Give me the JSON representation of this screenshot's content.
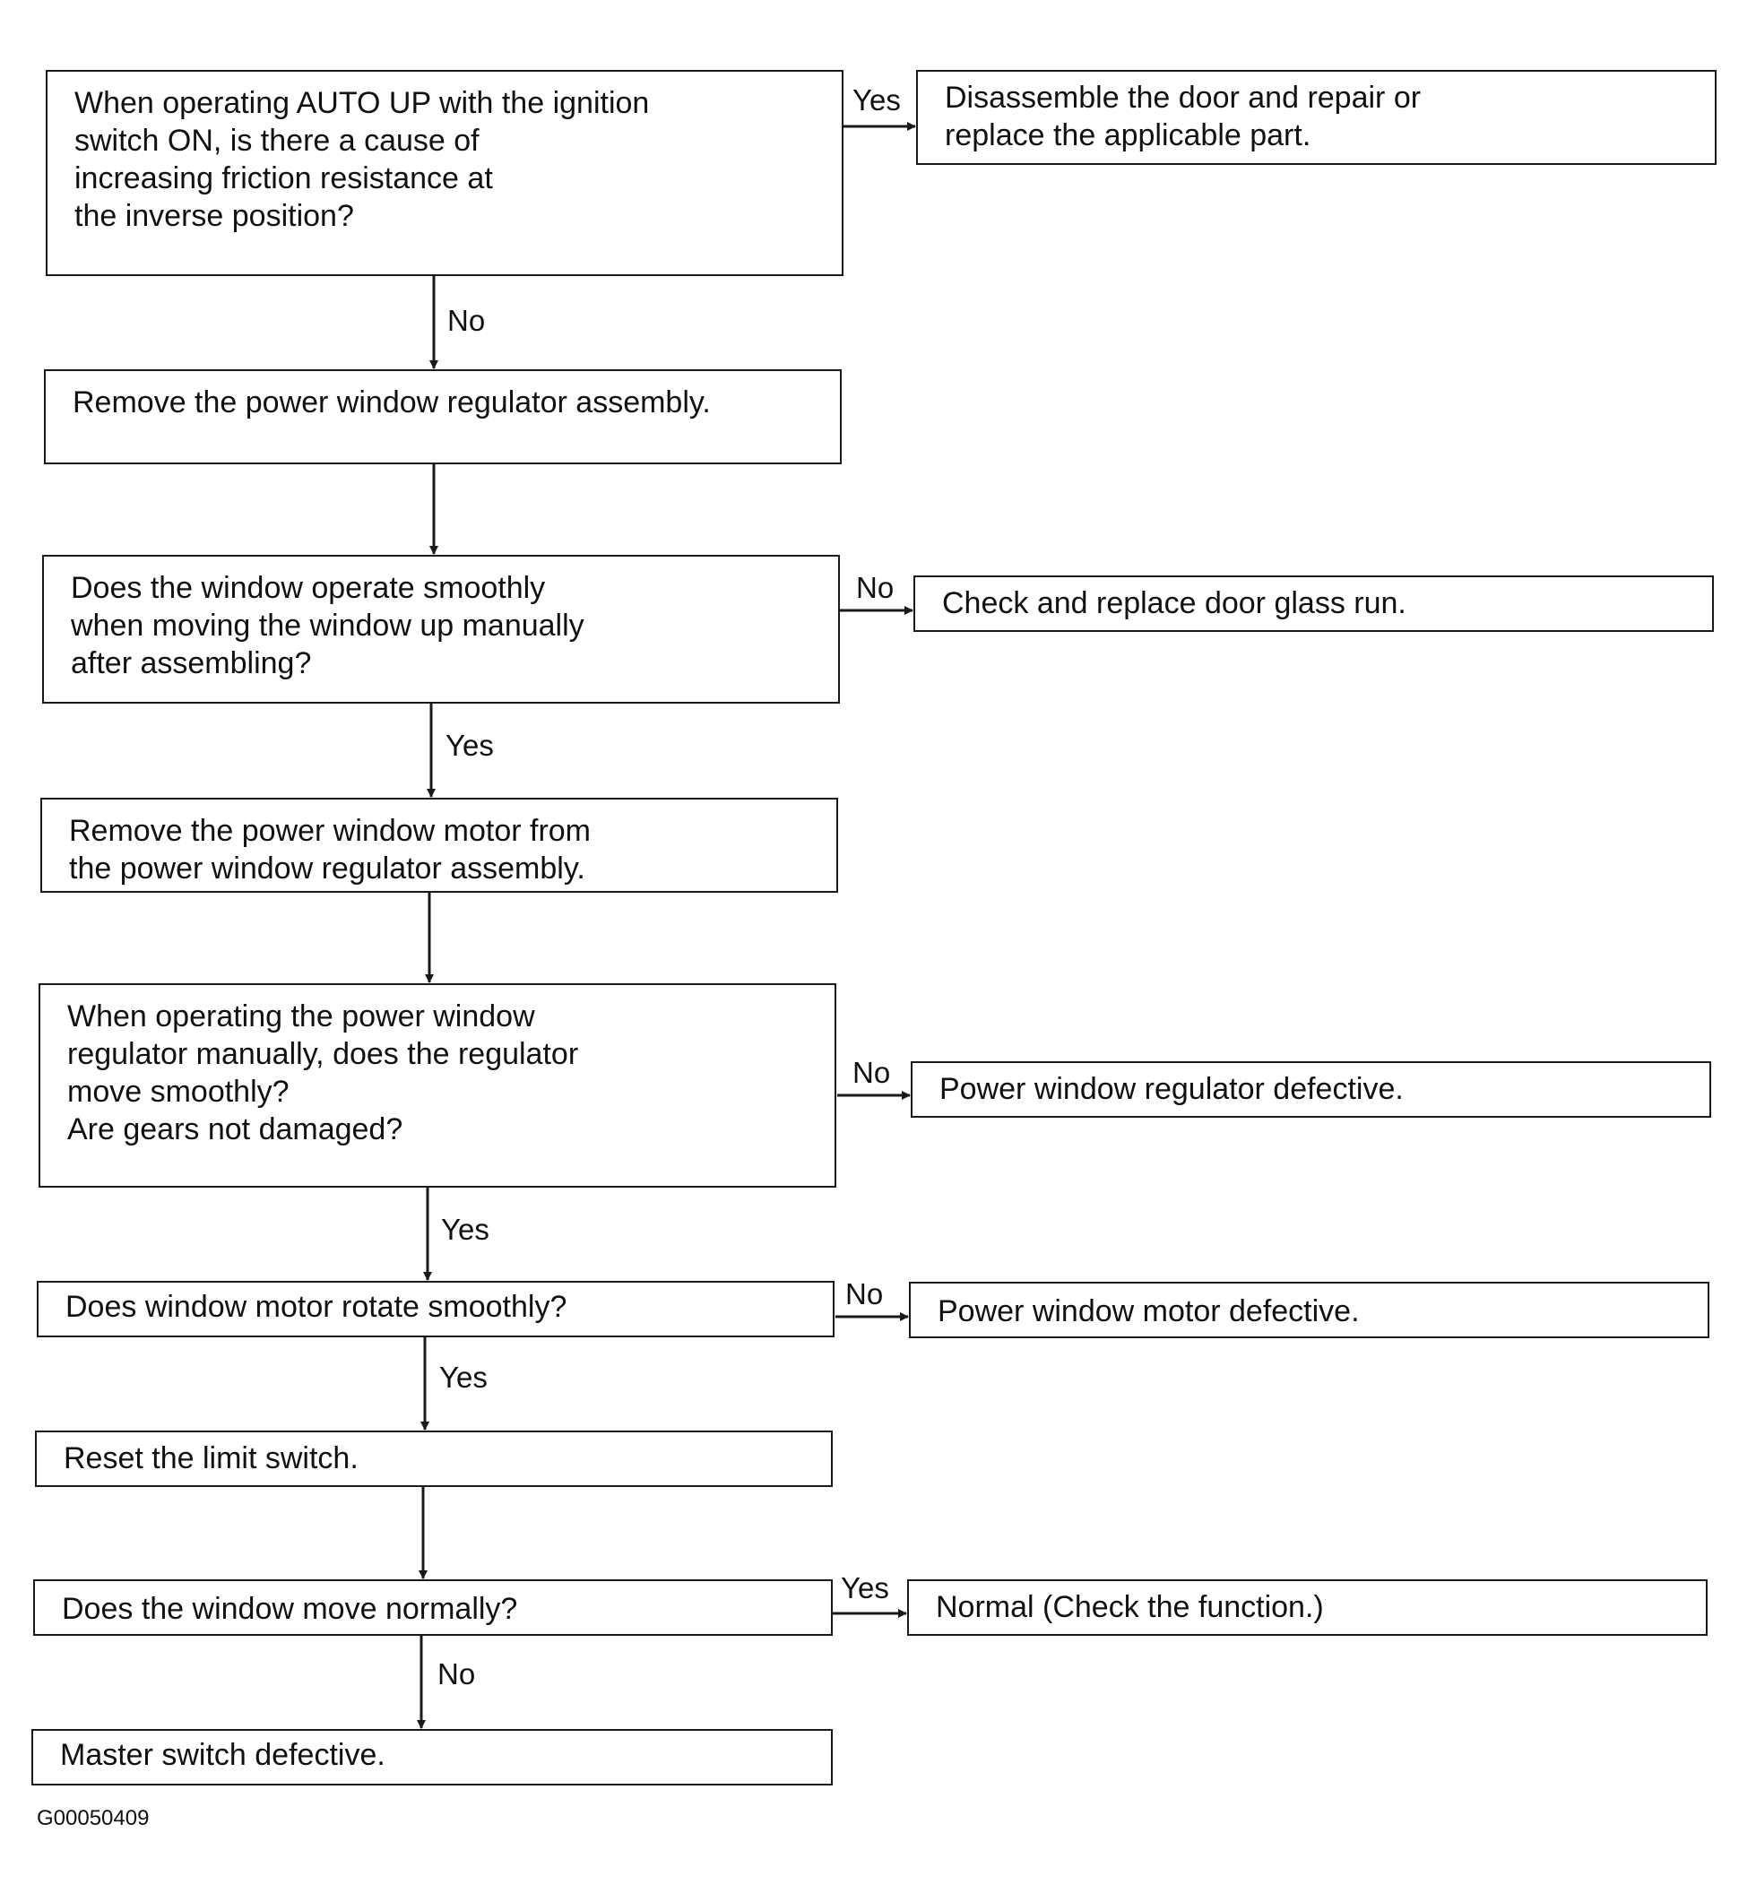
{
  "steps": {
    "q1": [
      "When operating AUTO UP with the ignition",
      "switch ON, is there a cause of",
      "increasing friction resistance at",
      "the inverse position?"
    ],
    "r1": [
      "Disassemble the door and repair or",
      "replace the applicable part."
    ],
    "s2": [
      "Remove the power window regulator assembly."
    ],
    "q3": [
      "Does the window operate smoothly",
      "when moving the window up manually",
      "after assembling?"
    ],
    "r3": [
      "Check and replace door glass run."
    ],
    "s4": [
      "Remove the power window motor from",
      "the power window regulator assembly."
    ],
    "q5": [
      "When operating the power window",
      "regulator manually, does the regulator",
      "move smoothly?",
      "Are gears not damaged?"
    ],
    "r5": [
      "Power window regulator defective."
    ],
    "q6": [
      "Does window motor rotate smoothly?"
    ],
    "r6": [
      "Power window motor defective."
    ],
    "s7": [
      "Reset the limit switch."
    ],
    "q8": [
      "Does the window move normally?"
    ],
    "r8": [
      "Normal (Check the function.)"
    ],
    "s9": [
      "Master switch defective."
    ]
  },
  "labels": {
    "q1_yes": "Yes",
    "q1_no": "No",
    "q3_no": "No",
    "q3_yes": "Yes",
    "q5_no": "No",
    "q5_yes": "Yes",
    "q6_no": "No",
    "q6_yes": "Yes",
    "q8_yes": "Yes",
    "q8_no": "No"
  },
  "figure_code": "G00050409"
}
